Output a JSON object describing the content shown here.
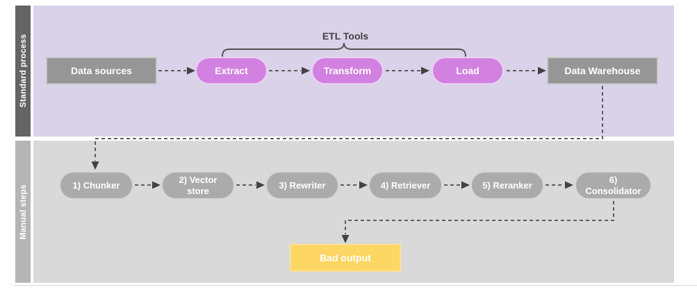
{
  "lanes": [
    {
      "label": "Standard process",
      "bar_color": "#646464",
      "body_color": "#d9d2e9"
    },
    {
      "label": "Manual steps",
      "bar_color": "#b5b5b5",
      "body_color": "#d9d9d9"
    }
  ],
  "standard_process": {
    "bracket_label": "ETL Tools",
    "nodes": [
      {
        "label": "Data sources",
        "shape": "rectangle",
        "color": "#969696"
      },
      {
        "label": "Extract",
        "shape": "pill",
        "color": "#d281e0"
      },
      {
        "label": "Transform",
        "shape": "pill",
        "color": "#d281e0"
      },
      {
        "label": "Load",
        "shape": "pill",
        "color": "#d281e0"
      },
      {
        "label": "Data Warehouse",
        "shape": "rectangle",
        "color": "#969696"
      }
    ]
  },
  "manual_steps": {
    "nodes": [
      {
        "label": "1) Chunker",
        "shape": "pill",
        "color": "#ababab"
      },
      {
        "label": "2) Vector store",
        "shape": "pill",
        "color": "#ababab"
      },
      {
        "label": "3) Rewriter",
        "shape": "pill",
        "color": "#ababab"
      },
      {
        "label": "4) Retriever",
        "shape": "pill",
        "color": "#ababab"
      },
      {
        "label": "5) Reranker",
        "shape": "pill",
        "color": "#ababab"
      },
      {
        "label": "6) Consolidator",
        "shape": "pill",
        "color": "#ababab"
      }
    ],
    "output_node": {
      "label": "Bad output",
      "shape": "rectangle",
      "color": "#fdd663"
    }
  },
  "colors": {
    "purple_node": "#d281e0",
    "gray_node": "#969696",
    "manual_node": "#ababab",
    "output_yellow": "#fdd663",
    "standard_lane_bg": "#d9d2e9",
    "manual_lane_bg": "#d9d9d9",
    "connector": "#5c5c5c",
    "text": "#ffffff"
  }
}
